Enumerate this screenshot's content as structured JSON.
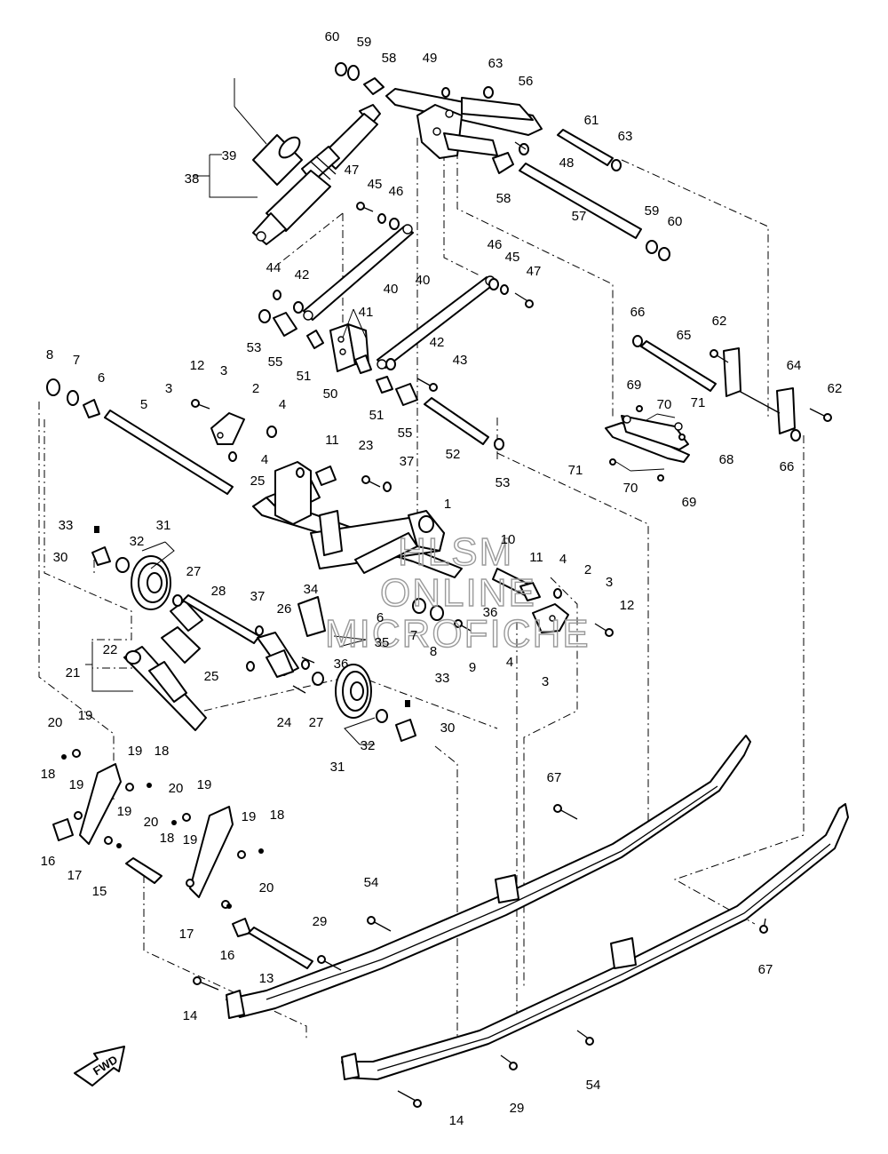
{
  "watermark": [
    "HLSM",
    "ONLINE",
    "MICROFICHE"
  ],
  "fwd_label": "FWD",
  "callouts": [
    {
      "id": "c60a",
      "text": "60"
    },
    {
      "id": "c59a",
      "text": "59"
    },
    {
      "id": "c58a",
      "text": "58"
    },
    {
      "id": "c49",
      "text": "49"
    },
    {
      "id": "c63a",
      "text": "63"
    },
    {
      "id": "c56",
      "text": "56"
    },
    {
      "id": "c61",
      "text": "61"
    },
    {
      "id": "c63b",
      "text": "63"
    },
    {
      "id": "c48",
      "text": "48"
    },
    {
      "id": "c58b",
      "text": "58"
    },
    {
      "id": "c39",
      "text": "39"
    },
    {
      "id": "c38",
      "text": "38"
    },
    {
      "id": "c47a",
      "text": "47"
    },
    {
      "id": "c45a",
      "text": "45"
    },
    {
      "id": "c46a",
      "text": "46"
    },
    {
      "id": "c59b",
      "text": "59"
    },
    {
      "id": "c60b",
      "text": "60"
    },
    {
      "id": "c57",
      "text": "57"
    },
    {
      "id": "c44",
      "text": "44"
    },
    {
      "id": "c42a",
      "text": "42"
    },
    {
      "id": "c46b",
      "text": "46"
    },
    {
      "id": "c45b",
      "text": "45"
    },
    {
      "id": "c47b",
      "text": "47"
    },
    {
      "id": "c40a",
      "text": "40"
    },
    {
      "id": "c40b",
      "text": "40"
    },
    {
      "id": "c41",
      "text": "41"
    },
    {
      "id": "c53a",
      "text": "53"
    },
    {
      "id": "c55a",
      "text": "55"
    },
    {
      "id": "c51a",
      "text": "51"
    },
    {
      "id": "c50",
      "text": "50"
    },
    {
      "id": "c42b",
      "text": "42"
    },
    {
      "id": "c43",
      "text": "43"
    },
    {
      "id": "c51b",
      "text": "51"
    },
    {
      "id": "c55b",
      "text": "55"
    },
    {
      "id": "c52",
      "text": "52"
    },
    {
      "id": "c53b",
      "text": "53"
    },
    {
      "id": "c66a",
      "text": "66"
    },
    {
      "id": "c65",
      "text": "65"
    },
    {
      "id": "c62a",
      "text": "62"
    },
    {
      "id": "c64",
      "text": "64"
    },
    {
      "id": "c62b",
      "text": "62"
    },
    {
      "id": "c69a",
      "text": "69"
    },
    {
      "id": "c70a",
      "text": "70"
    },
    {
      "id": "c71a",
      "text": "71"
    },
    {
      "id": "c68",
      "text": "68"
    },
    {
      "id": "c66b",
      "text": "66"
    },
    {
      "id": "c71b",
      "text": "71"
    },
    {
      "id": "c70b",
      "text": "70"
    },
    {
      "id": "c69b",
      "text": "69"
    },
    {
      "id": "c8a",
      "text": "8"
    },
    {
      "id": "c7a",
      "text": "7"
    },
    {
      "id": "c6a",
      "text": "6"
    },
    {
      "id": "c12a",
      "text": "12"
    },
    {
      "id": "c3a",
      "text": "3"
    },
    {
      "id": "c3b",
      "text": "3"
    },
    {
      "id": "c2a",
      "text": "2"
    },
    {
      "id": "c4a",
      "text": "4"
    },
    {
      "id": "c4b",
      "text": "4"
    },
    {
      "id": "c5",
      "text": "5"
    },
    {
      "id": "c11a",
      "text": "11"
    },
    {
      "id": "c23",
      "text": "23"
    },
    {
      "id": "c37a",
      "text": "37"
    },
    {
      "id": "c25a",
      "text": "25"
    },
    {
      "id": "c1",
      "text": "1"
    },
    {
      "id": "c10",
      "text": "10"
    },
    {
      "id": "c33a",
      "text": "33"
    },
    {
      "id": "c31a",
      "text": "31"
    },
    {
      "id": "c32a",
      "text": "32"
    },
    {
      "id": "c30a",
      "text": "30"
    },
    {
      "id": "c27a",
      "text": "27"
    },
    {
      "id": "c28",
      "text": "28"
    },
    {
      "id": "c37b",
      "text": "37"
    },
    {
      "id": "c34",
      "text": "34"
    },
    {
      "id": "c26",
      "text": "26"
    },
    {
      "id": "c11b",
      "text": "11"
    },
    {
      "id": "c4c",
      "text": "4"
    },
    {
      "id": "c2b",
      "text": "2"
    },
    {
      "id": "c3c",
      "text": "3"
    },
    {
      "id": "c12b",
      "text": "12"
    },
    {
      "id": "c6b",
      "text": "6"
    },
    {
      "id": "c36a",
      "text": "36"
    },
    {
      "id": "c7b",
      "text": "7"
    },
    {
      "id": "c35",
      "text": "35"
    },
    {
      "id": "c8b",
      "text": "8"
    },
    {
      "id": "c9",
      "text": "9"
    },
    {
      "id": "c4d",
      "text": "4"
    },
    {
      "id": "c3d",
      "text": "3"
    },
    {
      "id": "c22",
      "text": "22"
    },
    {
      "id": "c21",
      "text": "21"
    },
    {
      "id": "c25b",
      "text": "25"
    },
    {
      "id": "c36b",
      "text": "36"
    },
    {
      "id": "c24",
      "text": "24"
    },
    {
      "id": "c27b",
      "text": "27"
    },
    {
      "id": "c33b",
      "text": "33"
    },
    {
      "id": "c30b",
      "text": "30"
    },
    {
      "id": "c32b",
      "text": "32"
    },
    {
      "id": "c31b",
      "text": "31"
    },
    {
      "id": "c20a",
      "text": "20"
    },
    {
      "id": "c19a",
      "text": "19"
    },
    {
      "id": "c19b",
      "text": "19"
    },
    {
      "id": "c18a",
      "text": "18"
    },
    {
      "id": "c18b",
      "text": "18"
    },
    {
      "id": "c19c",
      "text": "19"
    },
    {
      "id": "c20b",
      "text": "20"
    },
    {
      "id": "c19d",
      "text": "19"
    },
    {
      "id": "c19e",
      "text": "19"
    },
    {
      "id": "c20c",
      "text": "20"
    },
    {
      "id": "c19f",
      "text": "19"
    },
    {
      "id": "c18c",
      "text": "18"
    },
    {
      "id": "c16a",
      "text": "16"
    },
    {
      "id": "c17a",
      "text": "17"
    },
    {
      "id": "c18d",
      "text": "18"
    },
    {
      "id": "c15",
      "text": "15"
    },
    {
      "id": "c19g",
      "text": "19"
    },
    {
      "id": "c20d",
      "text": "20"
    },
    {
      "id": "c17b",
      "text": "17"
    },
    {
      "id": "c16b",
      "text": "16"
    },
    {
      "id": "c67a",
      "text": "67"
    },
    {
      "id": "c54a",
      "text": "54"
    },
    {
      "id": "c29a",
      "text": "29"
    },
    {
      "id": "c13",
      "text": "13"
    },
    {
      "id": "c14a",
      "text": "14"
    },
    {
      "id": "c67b",
      "text": "67"
    },
    {
      "id": "c54b",
      "text": "54"
    },
    {
      "id": "c29b",
      "text": "29"
    },
    {
      "id": "c14b",
      "text": "14"
    }
  ]
}
